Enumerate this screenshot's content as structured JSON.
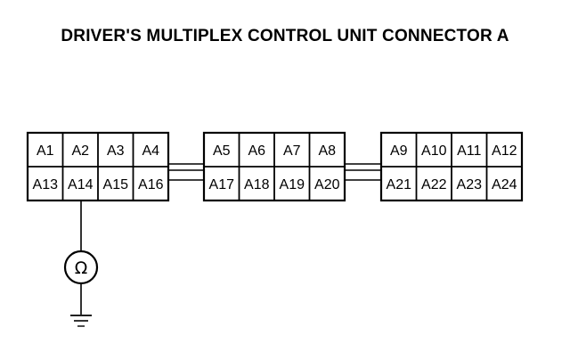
{
  "title": "DRIVER'S MULTIPLEX CONTROL UNIT CONNECTOR A",
  "connector_blocks": [
    {
      "top_row": [
        "A1",
        "A2",
        "A3",
        "A4"
      ],
      "bottom_row": [
        "A13",
        "A14",
        "A15",
        "A16"
      ]
    },
    {
      "top_row": [
        "A5",
        "A6",
        "A7",
        "A8"
      ],
      "bottom_row": [
        "A17",
        "A18",
        "A19",
        "A20"
      ]
    },
    {
      "top_row": [
        "A9",
        "A10",
        "A11",
        "A12"
      ],
      "bottom_row": [
        "A21",
        "A22",
        "A23",
        "A24"
      ]
    }
  ],
  "meter": {
    "symbol": "Ω",
    "probe_terminal": "A14",
    "other_lead": "ground",
    "icon": "ohmmeter-icon"
  },
  "ground_icon": "ground-symbol-icon",
  "line_color": "#000000"
}
